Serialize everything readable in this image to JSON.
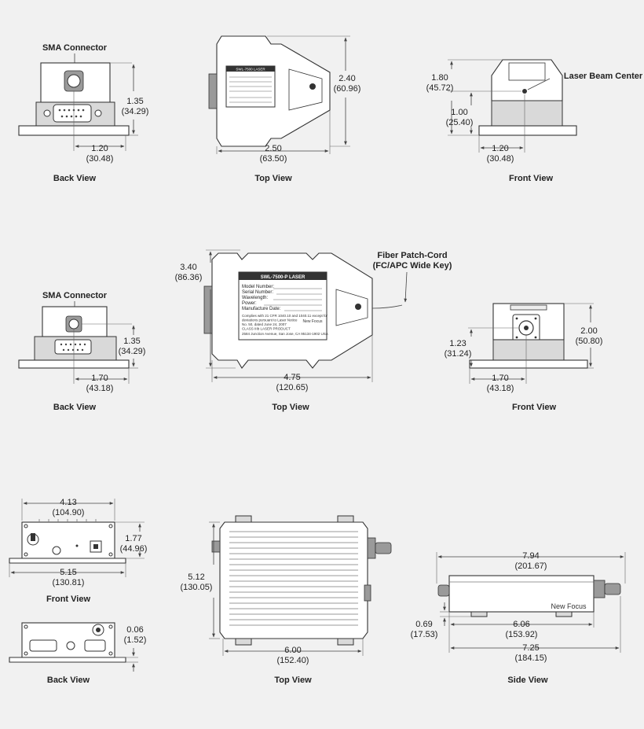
{
  "row1": {
    "back": {
      "connector": "SMA Connector",
      "height_in": "1.35",
      "height_mm": "(34.29)",
      "width_in": "1.20",
      "width_mm": "(30.48)",
      "caption": "Back View"
    },
    "top": {
      "label_title": "SWL-7500 LASER",
      "width_in": "2.50",
      "width_mm": "(63.50)",
      "depth_in": "2.40",
      "depth_mm": "(60.96)",
      "caption": "Top View"
    },
    "front": {
      "beam": "Laser Beam Center",
      "h1_in": "1.80",
      "h1_mm": "(45.72)",
      "h2_in": "1.00",
      "h2_mm": "(25.40)",
      "width_in": "1.20",
      "width_mm": "(30.48)",
      "caption": "Front View"
    }
  },
  "row2": {
    "back": {
      "connector": "SMA Connector",
      "height_in": "1.35",
      "height_mm": "(34.29)",
      "width_in": "1.70",
      "width_mm": "(43.18)",
      "caption": "Back View"
    },
    "top": {
      "label_title": "SWL-7500-P LASER",
      "fields": [
        "Model Number:",
        "Serial Number:",
        "Wavelength:",
        "Power:",
        "Manufacture Date:"
      ],
      "compliance": [
        "Complies with 21 CFR 1040.10 and 1040.11 except for",
        "deviations pursuant to Laser Notice",
        "No. 50, dated June 24, 2007",
        "CLASS IIIb LASER PRODUCT"
      ],
      "address": "2584 Junction Avenue, San Jose, CA 95134-1902 USA",
      "brand": "New Focus",
      "fiber1": "Fiber Patch-Cord",
      "fiber2": "(FC/APC Wide Key)",
      "depth_in": "3.40",
      "depth_mm": "(86.36)",
      "width_in": "4.75",
      "width_mm": "(120.65)",
      "caption": "Top View"
    },
    "front": {
      "h1_in": "2.00",
      "h1_mm": "(50.80)",
      "h2_in": "1.23",
      "h2_mm": "(31.24)",
      "width_in": "1.70",
      "width_mm": "(43.18)",
      "caption": "Front View"
    }
  },
  "row3": {
    "front": {
      "top_in": "4.13",
      "top_mm": "(104.90)",
      "height_in": "1.77",
      "height_mm": "(44.96)",
      "base_in": "5.15",
      "base_mm": "(130.81)",
      "caption": "Front View"
    },
    "back": {
      "gap_in": "0.06",
      "gap_mm": "(1.52)",
      "caption": "Back View"
    },
    "top": {
      "height_in": "5.12",
      "height_mm": "(130.05)",
      "width_in": "6.00",
      "width_mm": "(152.40)",
      "caption": "Top View"
    },
    "side": {
      "overall_in": "7.94",
      "overall_mm": "(201.67)",
      "brand": "New Focus",
      "h_in": "0.69",
      "h_mm": "(17.53)",
      "body_in": "6.06",
      "body_mm": "(153.92)",
      "base_in": "7.25",
      "base_mm": "(184.15)",
      "caption": "Side View"
    }
  }
}
